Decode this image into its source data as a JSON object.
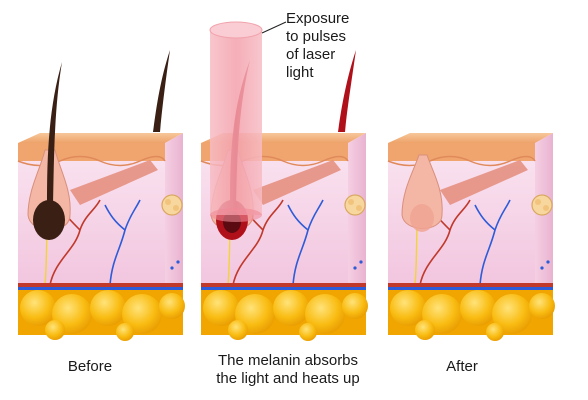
{
  "callout": {
    "text": "Exposure\nto pulses\nof laser\nlight"
  },
  "panels": [
    {
      "caption": "Before"
    },
    {
      "caption": "The melanin absorbs\nthe light and heats up"
    },
    {
      "caption": "After"
    }
  ],
  "colors": {
    "background": "#ffffff",
    "epidermis": "#f2b07a",
    "dermis": "#f6d3e8",
    "fat": "#f7b500",
    "hair_before": "#3a1f14",
    "hair_during": "#b0101a",
    "laser_beam": "#f4a9b2",
    "artery": "#c0392b",
    "vein": "#2e5bd8",
    "nerve": "#f3d33a"
  },
  "icons": [
    "laser-beam-icon",
    "hair-follicle-icon",
    "sebaceous-gland-icon"
  ]
}
